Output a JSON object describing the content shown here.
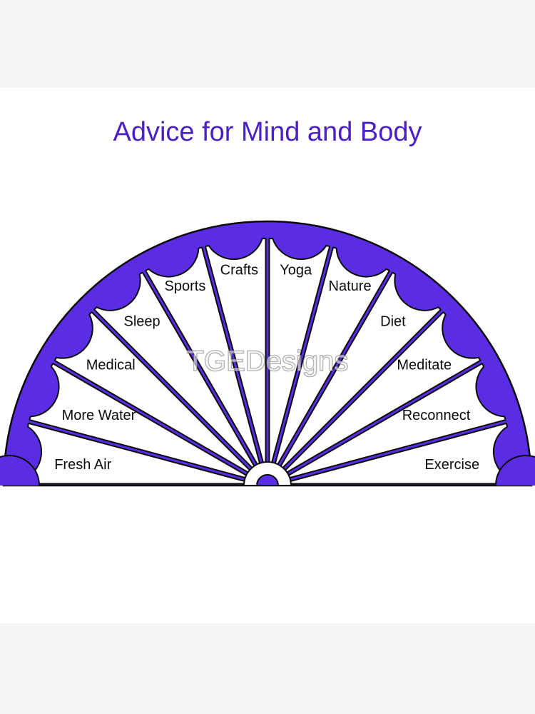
{
  "page": {
    "band_color": "#f5f5f6",
    "canvas_color": "#ffffff"
  },
  "title": {
    "text": "Advice for Mind and Body",
    "color": "#4b21c6"
  },
  "watermark": {
    "text": "TGEDesigns"
  },
  "chart": {
    "type": "pendulum-fan",
    "segment_count": 12,
    "segments": [
      "Fresh Air",
      "More Water",
      "Medical",
      "Sleep",
      "Sports",
      "Crafts",
      "Yoga",
      "Nature",
      "Diet",
      "Meditate",
      "Reconnect",
      "Exercise"
    ],
    "colors": {
      "ring_fill": "#5a2ce3",
      "segment_fill": "#ffffff",
      "outline": "#0b0b0b",
      "label_color": "#0a0a0a"
    }
  }
}
